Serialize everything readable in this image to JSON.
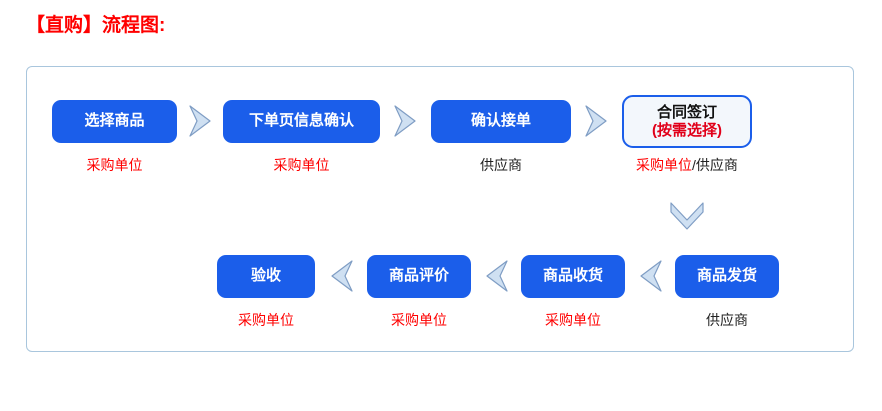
{
  "title": "【直购】流程图:",
  "colors": {
    "title_red": "#FF0000",
    "node_blue": "#1B5EEA",
    "caption_red": "#FF0000",
    "caption_dark": "#222222",
    "panel_border": "#a9c6dd",
    "arrow_fill": "#cfe0f2",
    "arrow_stroke": "#7f9dc4"
  },
  "flow": {
    "row1": [
      {
        "id": "select-product",
        "label": "选择商品",
        "caption": "采购单位",
        "caption_color": "red",
        "style": "filled"
      },
      {
        "id": "order-page-confirm",
        "label": "下单页信息确认",
        "caption": "采购单位",
        "caption_color": "red",
        "style": "filled"
      },
      {
        "id": "confirm-accept-order",
        "label": "确认接单",
        "caption": "供应商",
        "caption_color": "dark",
        "style": "filled"
      },
      {
        "id": "contract-signing",
        "label": "合同签订",
        "sublabel": "(按需选择)",
        "caption": "采购单位",
        "caption_suffix": "/供应商",
        "caption_color": "red",
        "style": "outlined"
      }
    ],
    "row2": [
      {
        "id": "acceptance",
        "label": "验收",
        "caption": "采购单位",
        "caption_color": "red",
        "style": "filled"
      },
      {
        "id": "product-review",
        "label": "商品评价",
        "caption": "采购单位",
        "caption_color": "red",
        "style": "filled"
      },
      {
        "id": "product-receive",
        "label": "商品收货",
        "caption": "采购单位",
        "caption_color": "red",
        "style": "filled"
      },
      {
        "id": "product-ship",
        "label": "商品发货",
        "caption": "供应商",
        "caption_color": "dark",
        "style": "filled"
      }
    ],
    "arrows": {
      "right": "chevron-right",
      "left": "chevron-left",
      "down": "chevron-down"
    }
  }
}
